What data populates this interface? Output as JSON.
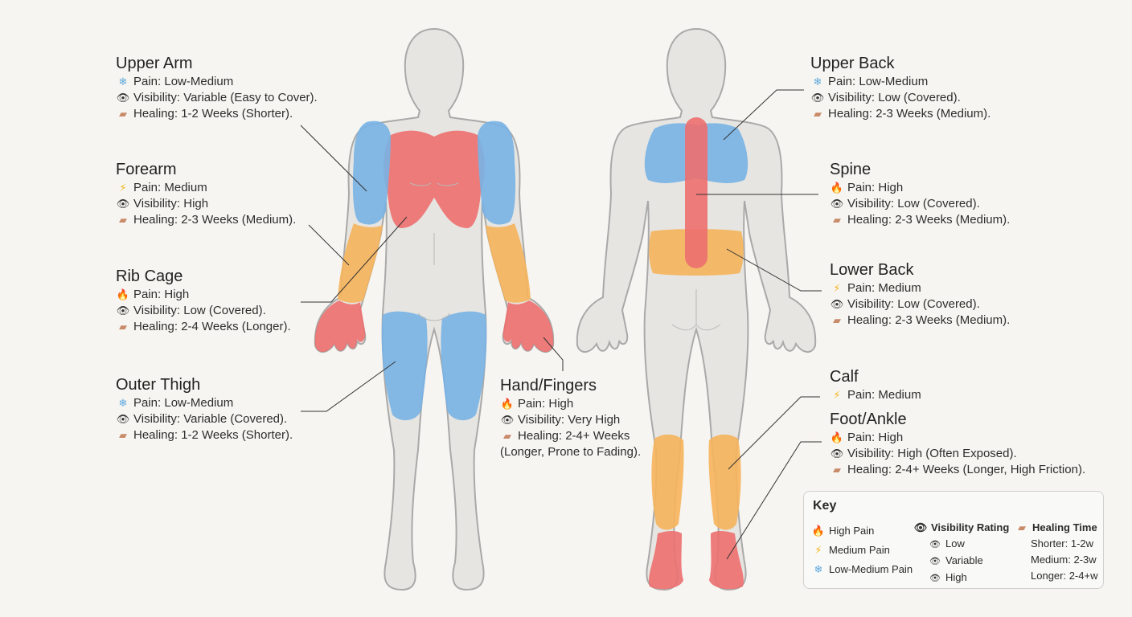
{
  "colors": {
    "high": "#ec6f6f",
    "medium": "#f5b45e",
    "low_medium": "#78b2e6",
    "skin": "#e6e5e2",
    "outline": "#a9a9a9",
    "leader": "#333333"
  },
  "icons": {
    "high": "fire-icon",
    "medium": "lightning-icon",
    "low_medium": "snowflake-icon",
    "visibility": "eye-icon",
    "healing": "bandage-icon"
  },
  "labels": [
    {
      "id": "upper-arm",
      "title": "Upper Arm",
      "rows": [
        {
          "icon": "snow",
          "text": "Pain: Low-Medium"
        },
        {
          "icon": "eye",
          "text": "Visibility: Variable (Easy to Cover)."
        },
        {
          "icon": "band",
          "text": "Healing: 1-2 Weeks (Shorter)."
        }
      ]
    },
    {
      "id": "forearm",
      "title": "Forearm",
      "rows": [
        {
          "icon": "bolt",
          "text": "Pain: Medium"
        },
        {
          "icon": "eye",
          "text": "Visibility: High"
        },
        {
          "icon": "band",
          "text": "Healing: 2-3 Weeks (Medium)."
        }
      ]
    },
    {
      "id": "rib-cage",
      "title": "Rib Cage",
      "rows": [
        {
          "icon": "fire",
          "text": "Pain: High"
        },
        {
          "icon": "eye",
          "text": "Visibility: Low (Covered)."
        },
        {
          "icon": "band",
          "text": "Healing: 2-4 Weeks (Longer)."
        }
      ]
    },
    {
      "id": "outer-thigh",
      "title": "Outer Thigh",
      "rows": [
        {
          "icon": "snow",
          "text": "Pain: Low-Medium"
        },
        {
          "icon": "eye",
          "text": "Visibility: Variable (Covered)."
        },
        {
          "icon": "band",
          "text": "Healing: 1-2 Weeks (Shorter)."
        }
      ]
    },
    {
      "id": "hand-fingers",
      "title": "Hand/Fingers",
      "rows": [
        {
          "icon": "fire",
          "text": "Pain: High"
        },
        {
          "icon": "eye",
          "text": "Visibility: Very High"
        },
        {
          "icon": "band",
          "text": "Healing: 2-4+ Weeks (Longer, Prone to Fading)."
        }
      ]
    },
    {
      "id": "upper-back",
      "title": "Upper Back",
      "rows": [
        {
          "icon": "snow",
          "text": "Pain: Low-Medium"
        },
        {
          "icon": "eye",
          "text": "Visibility: Low (Covered)."
        },
        {
          "icon": "band",
          "text": "Healing: 2-3 Weeks (Medium)."
        }
      ]
    },
    {
      "id": "spine",
      "title": "Spine",
      "rows": [
        {
          "icon": "fire",
          "text": "Pain: High"
        },
        {
          "icon": "eye",
          "text": "Visibility: Low (Covered)."
        },
        {
          "icon": "band",
          "text": "Healing: 2-3 Weeks (Medium)."
        }
      ]
    },
    {
      "id": "lower-back",
      "title": "Lower Back",
      "rows": [
        {
          "icon": "bolt",
          "text": "Pain: Medium"
        },
        {
          "icon": "eye",
          "text": "Visibility: Low (Covered)."
        },
        {
          "icon": "band",
          "text": "Healing: 2-3 Weeks (Medium)."
        }
      ]
    },
    {
      "id": "calf",
      "title": "Calf",
      "rows": [
        {
          "icon": "bolt",
          "text": "Pain: Medium"
        }
      ]
    },
    {
      "id": "foot-ankle",
      "title": "Foot/Ankle",
      "rows": [
        {
          "icon": "fire",
          "text": "Pain: High"
        },
        {
          "icon": "eye",
          "text": "Visibility: High (Often Exposed)."
        },
        {
          "icon": "band",
          "text": "Healing: 2-4+ Weeks (Longer, High Friction)."
        }
      ]
    }
  ],
  "key": {
    "title": "Key",
    "pain": [
      {
        "icon": "fire",
        "text": "High Pain"
      },
      {
        "icon": "bolt",
        "text": "Medium Pain"
      },
      {
        "icon": "snow",
        "text": "Low-Medium Pain"
      }
    ],
    "visibility": {
      "heading": "Visibility Rating",
      "items": [
        "Low",
        "Variable",
        "High"
      ]
    },
    "healing": {
      "heading": "Healing Time",
      "items": [
        "Shorter: 1-2w",
        "Medium: 2-3w",
        "Longer: 2-4+w"
      ]
    }
  }
}
